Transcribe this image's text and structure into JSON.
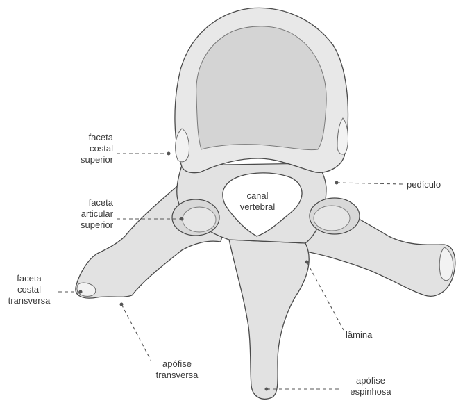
{
  "colors": {
    "bone_fill": "#e2e2e2",
    "bone_light": "#f1f1f1",
    "bone_shadow": "#cdcdcd",
    "outline": "#4a4a4a",
    "canal": "#ffffff",
    "leader": "#555555",
    "text": "#3a3a3a"
  },
  "labels": {
    "faceta_costal_superior": [
      "faceta",
      "costal",
      "superior"
    ],
    "faceta_articular_superior": [
      "faceta",
      "articular",
      "superior"
    ],
    "faceta_costal_transversa": [
      "faceta",
      "costal",
      "transversa"
    ],
    "apofise_transversa": [
      "apófise",
      "transversa"
    ],
    "canal_vertebral": [
      "canal",
      "vertebral"
    ],
    "pediculo": [
      "pedículo"
    ],
    "lamina": [
      "lâmina"
    ],
    "apofise_espinhosa": [
      "apófise",
      "espinhosa"
    ]
  }
}
